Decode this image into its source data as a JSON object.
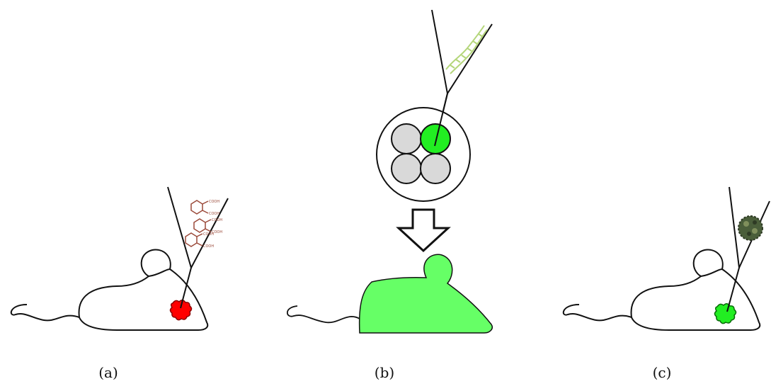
{
  "panels": [
    {
      "id": "a",
      "label": "(a)",
      "injectate": "chemical-compound",
      "lesion_color": "#ff0000"
    },
    {
      "id": "b",
      "label": "(b)",
      "injectate": "dna-into-embryo-cell",
      "body_color": "#66ff66"
    },
    {
      "id": "c",
      "label": "(c)",
      "injectate": "virus",
      "lesion_color": "#22ee22"
    }
  ],
  "chem_label": "COOH",
  "colors": {
    "outline": "#111111",
    "chemical_red": "#ff0000",
    "molecule_brown": "#9b4a3a",
    "transgenic_green": "#66ff66",
    "transfected_cell": "#22ee22",
    "cell_gray": "#d9d9d9",
    "dna_green": "#b4d67a",
    "virus_green": "#4a5e3a"
  }
}
